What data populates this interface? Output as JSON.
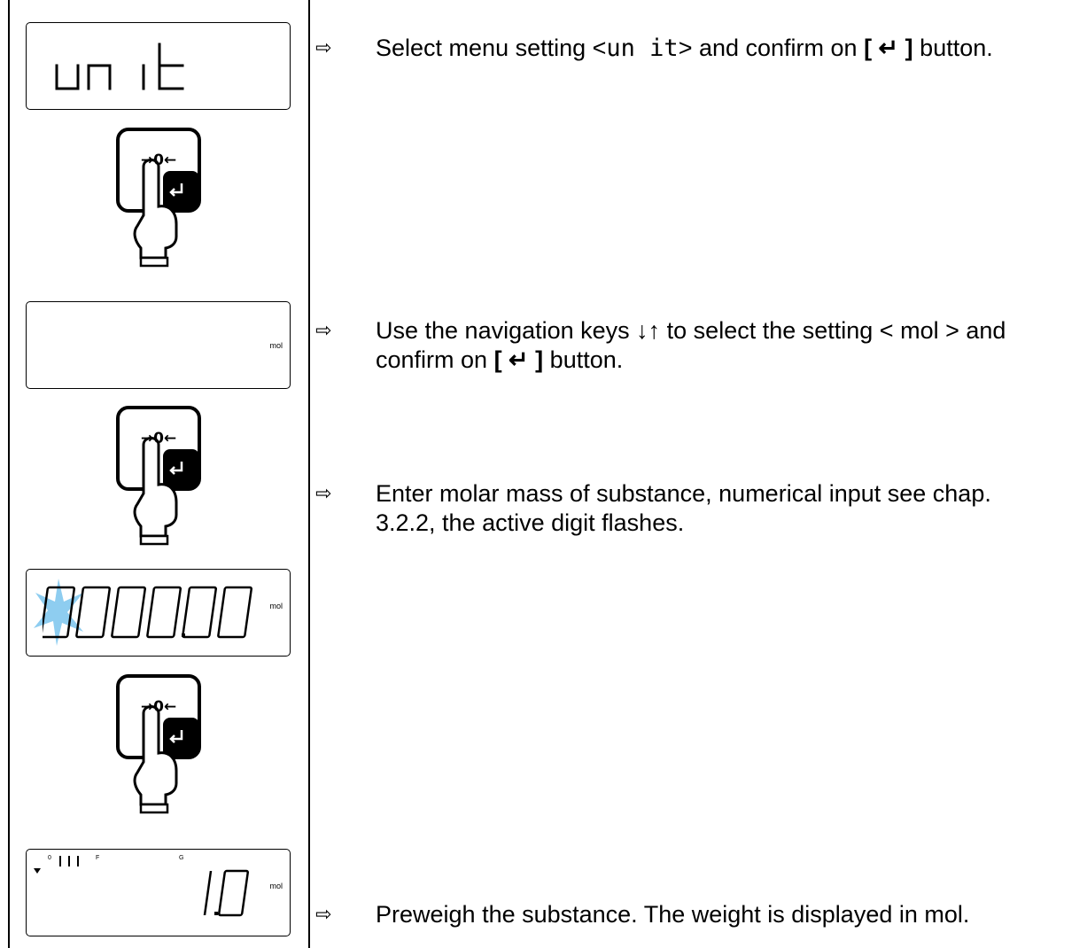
{
  "displays": {
    "unit_menu": {
      "text": "unit"
    },
    "unit_select": {
      "unit_label": "mol"
    },
    "molar_input": {
      "value": "0000.000",
      "unit_label": "mol"
    },
    "result": {
      "value": "1.0",
      "unit_label": "mol",
      "indicators": {
        "zero_mark": "0",
        "f_mark": "F",
        "g_mark": "G"
      }
    }
  },
  "button": {
    "label": "→0←",
    "enter_symbol": "↵"
  },
  "steps": [
    {
      "arrow": "⇨",
      "pre": "Select menu setting <",
      "code": "un it",
      "mid": "> and confirm on ",
      "key": "[ ↵ ]",
      "post": " button."
    },
    {
      "arrow": "⇨",
      "pre": "Use the navigation keys ↓↑ to select the setting < mol > and confirm on ",
      "key": "[ ↵ ]",
      "post": " button."
    },
    {
      "arrow": "⇨",
      "text": "Enter molar mass of substance, numerical input see chap. 3.2.2, the active digit flashes."
    },
    {
      "arrow": "⇨",
      "text": "Preweigh the substance. The weight is displayed in mol."
    }
  ]
}
